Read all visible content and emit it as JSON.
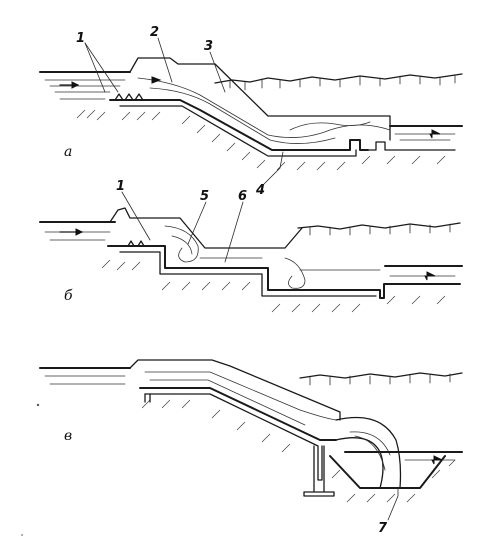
{
  "diagram": {
    "variants": [
      {
        "id": "a",
        "label": "а"
      },
      {
        "id": "b",
        "label": "б"
      },
      {
        "id": "v",
        "label": "в"
      }
    ],
    "callouts": [
      "1",
      "2",
      "3",
      "4",
      "1",
      "5",
      "6",
      "7"
    ]
  }
}
